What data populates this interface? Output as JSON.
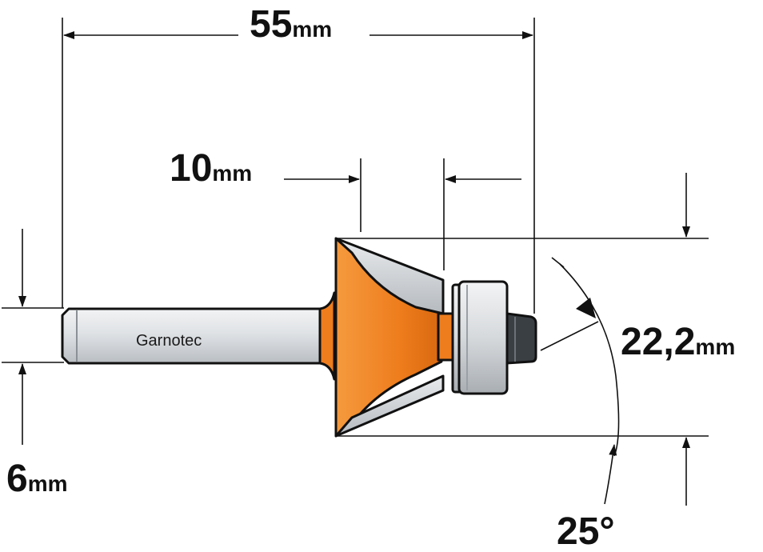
{
  "brand": {
    "label": "Garnotec"
  },
  "dimensions": {
    "overall_length": {
      "value": "55",
      "unit": "mm"
    },
    "cutting_height": {
      "value": "10",
      "unit": "mm"
    },
    "diameter": {
      "value": "22,2",
      "unit": "mm"
    },
    "shank": {
      "value": "6",
      "unit": "mm"
    },
    "angle": {
      "value": "25°"
    }
  },
  "colors": {
    "body": "#f0801e",
    "body_shadow": "#d9680e",
    "steel": "#d4d7da",
    "steel_light": "#eceef0",
    "steel_dark": "#9aa0a6",
    "screw": "#3a3f44",
    "ink": "#111111"
  }
}
